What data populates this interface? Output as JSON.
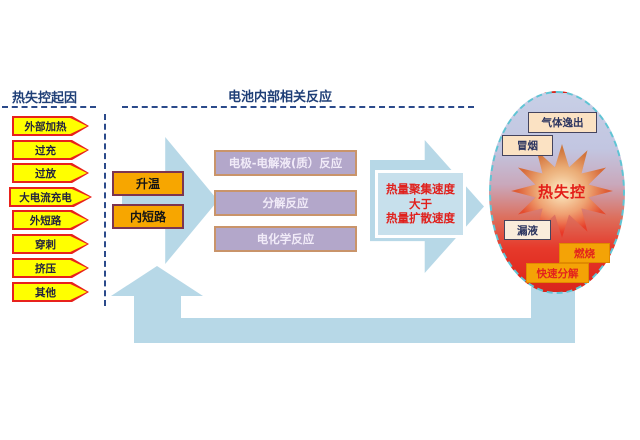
{
  "titles": {
    "left": "热失控起因",
    "middle": "电池内部相关反应"
  },
  "causes": [
    "外部加热",
    "过充",
    "过放",
    "大电流充电",
    "外短路",
    "穿刺",
    "挤压",
    "其他"
  ],
  "triggers": [
    "升温",
    "内短路"
  ],
  "reactions": [
    "电极-电解液(质）反应",
    "分解反应",
    "电化学反应"
  ],
  "condition": {
    "line1": "热量聚集速度",
    "line2": "大于",
    "line3": "热量扩散速度"
  },
  "outcome": {
    "burst": "热失控",
    "labels": {
      "gas": "气体逸出",
      "smoke": "冒烟",
      "leak": "漏液",
      "burn": "燃烧",
      "decompose": "快速分解"
    }
  },
  "colors": {
    "arrow_blue": "#b7d8e7",
    "cause_fill": "#ffff00",
    "cause_border": "#e8221c",
    "trigger_fill": "#f7a600",
    "reaction_fill": "#b3a7ca",
    "reaction_border": "#c9946a",
    "red_text": "#e0201c",
    "title_navy": "#1f3f77",
    "ellipse_border": "#5fc4d4",
    "ellipse_top": "#c8cfe6",
    "ellipse_bottom": "#d8261d",
    "gold_label": "#f4a306",
    "cream_label": "#fbe2c3"
  }
}
